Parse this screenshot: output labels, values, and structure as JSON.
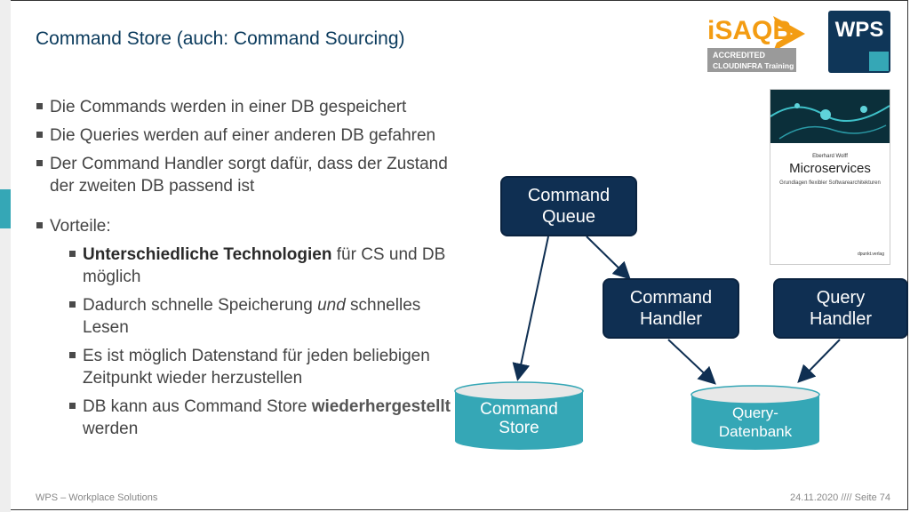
{
  "title": "Command Store (auch: Command Sourcing)",
  "bullets": {
    "b1": "Die Commands werden in einer DB gespeichert",
    "b2": "Die Queries werden auf einer anderen DB gefahren",
    "b3": "Der Command Handler sorgt dafür, dass der Zustand der zweiten DB passend ist",
    "b4": "Vorteile:",
    "s1_bold": "Unterschiedliche Technologien",
    "s1_rest": " für CS und DB möglich",
    "s2_pre": "Dadurch schnelle Speicherung ",
    "s2_em": "und",
    "s2_post": " schnelles Lesen",
    "s3": "Es ist möglich Datenstand für jeden beliebigen Zeitpunkt wieder herzustellen",
    "s4_pre": "DB kann aus Command Store ",
    "s4_bold": "wiederhergestellt",
    "s4_post": " werden"
  },
  "diagram": {
    "command_queue_l1": "Command",
    "command_queue_l2": "Queue",
    "command_handler_l1": "Command",
    "command_handler_l2": "Handler",
    "query_handler_l1": "Query",
    "query_handler_l2": "Handler",
    "command_store_l1": "Command",
    "command_store_l2": "Store",
    "query_db_l1": "Query-",
    "query_db_l2": "Datenbank"
  },
  "logos": {
    "isaqb_name": "iSAQB",
    "isaqb_accredited": "ACCREDITED",
    "isaqb_training": "CLOUDINFRA Training",
    "wps": "WPS"
  },
  "book": {
    "author": "Eberhard Wolff",
    "title": "Microservices",
    "subtitle": "Grundlagen flexibler Softwarearchitekturen",
    "publisher": "dpunkt.verlag"
  },
  "footer": {
    "left": "WPS – Workplace Solutions",
    "right": "24.11.2020 //// Seite 74"
  },
  "colors": {
    "dark_navy": "#0f2f52",
    "teal": "#35a7b6",
    "title": "#0a3a5c"
  }
}
